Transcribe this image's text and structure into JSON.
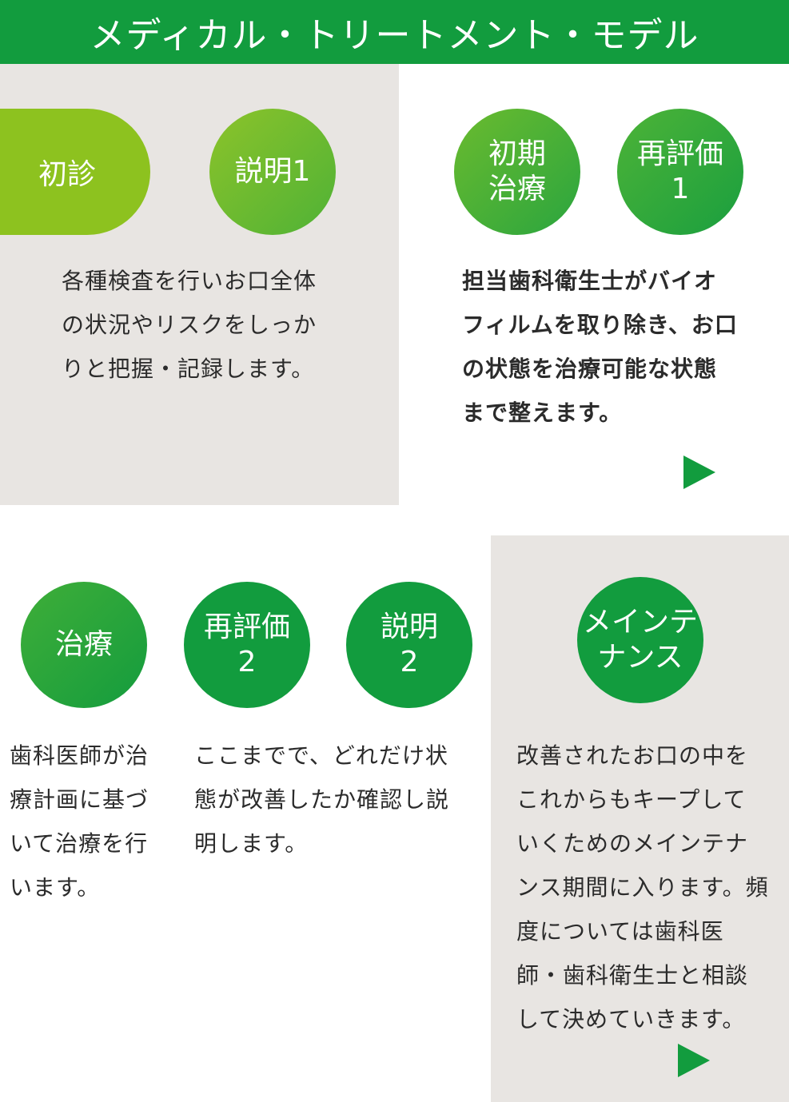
{
  "header": {
    "title": "メディカル・トリートメント・モデル"
  },
  "colors": {
    "green": "#129c3e",
    "lime": "#8dc21f",
    "panel": "#e8e5e2"
  },
  "row1": {
    "steps": [
      {
        "label": "初診"
      },
      {
        "label": "説明1"
      },
      {
        "label": "初期\n治療"
      },
      {
        "label": "再評価\n1"
      }
    ],
    "descriptions": [
      "各種検査を行いお口全体の状況やリスクをしっかりと把握・記録します。",
      "担当歯科衛生士がバイオフィルムを取り除き、お口の状態を治療可能な状態まで整えます。"
    ]
  },
  "row2": {
    "steps": [
      {
        "label": "治療"
      },
      {
        "label": "再評価\n2"
      },
      {
        "label": "説明\n2"
      },
      {
        "label": "メインテ\nナンス"
      }
    ],
    "descriptions": [
      "歯科医師が治療計画に基づいて治療を行います。",
      "ここまでで、どれだけ状態が改善したか確認し説明します。",
      "改善されたお口の中をこれからもキープしていくためのメインテナンス期間に入ります。頻度については歯科医師・歯科衛生士と相談して決めていきます。"
    ]
  }
}
